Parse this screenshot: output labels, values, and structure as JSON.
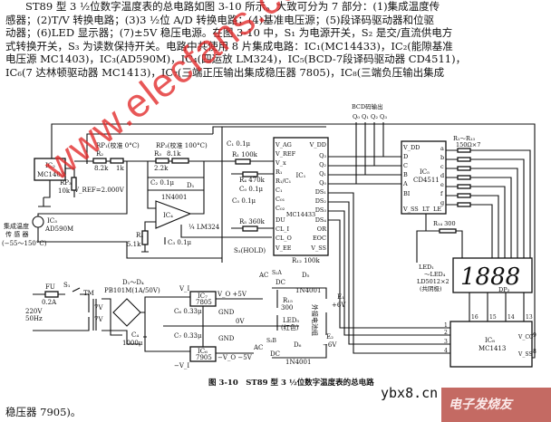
{
  "paragraph": [
    "ST89 型 3 ½位数字温度表的总电路如图 3-10 所示。大致可分为 7 部分：(1)集成温度传",
    "感器；(2)T/V 转换电路；(3)3 ½位 A/D 转换电路；(4)基准电压源；(5)段译码驱动器和位驱",
    "动器；(6)LED 显示器；(7)±5V 稳压电源。在图 3-10 中，S₁ 为电源开关，S₂ 是交/直流供电方",
    "式转换开关，S₃ 为读数保持开关。电路中共使用 8 片集成电路：IC₁(MC14433)，IC₂(能隙基准",
    "电压源 MC1403)，IC₃(AD590M)，IC₄(四运放 LM324)，IC₅(BCD-7段译码驱动器 CD4511)，",
    "IC₆(7 达林顿驱动器 MC1413)，IC₇(三端正压输出集成稳压器 7805)，IC₈(三端负压输出集成"
  ],
  "tail_text": "稳压器 7905)。",
  "caption": "图 3-10　ST89 型 3 ½位数字温度表的总电路",
  "watermark": "www.elecfans.com",
  "site_mark": "ybx8.cn",
  "logo_text": "电子发烧友",
  "circuit": {
    "ic2": [
      "IC₂",
      "MC1403"
    ],
    "ic3": [
      "IC₃",
      "AD590M"
    ],
    "sensor_label": [
      "集成温度",
      "传 感 器",
      "(−55～150°C)"
    ],
    "rp1": "RP₁(校准 0°C)",
    "rp2": "RP₂(校准 100°C)",
    "r2": "R₂",
    "r2v": "8.2k",
    "rp1v": "1k",
    "r3": "R₃",
    "r3v": "2.2k",
    "rp2v": "8.1k",
    "rp3": "RP₃",
    "rp3v": "10k",
    "vref": "V_REF=2.000V",
    "c2": "C₂ 0.1μ",
    "d1": "D₁",
    "d1v": "1N4001",
    "ic4": [
      "IC₄",
      "¼ LM324"
    ],
    "r4": "R₄",
    "r4v": "5.1k",
    "c3": "C₃ 0.1μ",
    "r1": "R₁ 100k",
    "c1": "C₁ 0.1μ",
    "r470": "R₄ 470k",
    "cc": "C₀ 0.1μ",
    "c5": "C₅ 0.1μ",
    "r360": "R₅ 360k",
    "s3": "S₃(HOLD)",
    "r12": "R₁₂ 100k",
    "ic1": [
      "IC₁",
      "MC14433"
    ],
    "ic1_left_pins": [
      "V_AG",
      "V_REF",
      "V_x",
      "R₁",
      "R₁/C₁",
      "C₁",
      "C₀₁",
      "C₀₂",
      "DU",
      "CL_I",
      "CL_O",
      "V_EE"
    ],
    "ic1_right_pins": [
      "V_DD",
      "Q₃",
      "Q₂",
      "Q₁",
      "Q₀",
      "DS₁",
      "DS₂",
      "DS₃",
      "DS₄",
      "OR",
      "EOC",
      "V_SS"
    ],
    "bcd_label": "BCD码输出",
    "bcd_q": [
      "Q₀",
      "Q₁",
      "Q₂",
      "Q₃"
    ],
    "ic5": [
      "IC₅",
      "CD4511"
    ],
    "ic5_left_pins": [
      "V_DD",
      "D",
      "C",
      "B",
      "A",
      "BI"
    ],
    "ic5_right_pins": [
      "a",
      "b",
      "c",
      "d",
      "e",
      "f",
      "g"
    ],
    "ic5_bottom": [
      "V_SS",
      "LT",
      "LE"
    ],
    "rseg": [
      "R₁～R₁₃",
      "150Ω×7"
    ],
    "r14": "R₁₄ 300",
    "led_label": [
      "LED₁",
      "～LED₄",
      "LD5012×2",
      "(共阴极)"
    ],
    "display": "1888",
    "dp": "DP₂",
    "ic8": [
      "IC₈",
      "MC1413"
    ],
    "ic8_pins": [
      "1",
      "2",
      "3",
      "4",
      "16",
      "15",
      "14",
      "13",
      "9",
      "8"
    ],
    "ic8_vcc": "V_CC",
    "ic8_vss": "V_SS",
    "fu": [
      "FU",
      "0.2A"
    ],
    "s1": "S₁",
    "tm": "TM",
    "mains": [
      "220V",
      "50Hz"
    ],
    "sec": [
      "7V",
      "7V"
    ],
    "bridge": [
      "D₁～D₄",
      "PB101M(1A/50V)"
    ],
    "c4": [
      "C₄",
      "1000μ"
    ],
    "c6": "C₆ 0.33μ",
    "c7": "C₇ 0.33μ",
    "ic7": [
      "IC₇",
      "7805"
    ],
    "ic6": [
      "IC₆",
      "7905"
    ],
    "gnd": "GND",
    "vi": "V_I",
    "vin": "−V_I",
    "vo": "V_O +5V",
    "von": "−V_O −5V",
    "zero": "0V",
    "s2a": "S₂A",
    "s2b": "S₂B",
    "ac": "AC",
    "dc": "DC",
    "d5": [
      "D₅",
      "1N4001"
    ],
    "d6": [
      "D₆",
      "1N4001"
    ],
    "r15": [
      "R₁₅",
      "300"
    ],
    "led5": [
      "LED₅",
      "(红色)"
    ],
    "battery": "外接电池组",
    "e1": [
      "E₁",
      "+6V"
    ],
    "e2": [
      "E₂",
      "−6V"
    ]
  }
}
